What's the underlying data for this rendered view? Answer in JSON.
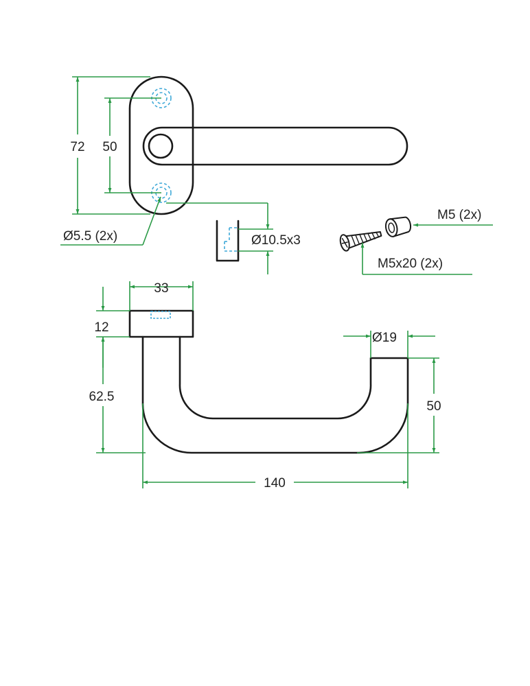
{
  "colors": {
    "outline": "#1a1a1a",
    "dimension": "#2a9a46",
    "hidden_detail": "#3fa9d8",
    "text": "#222222",
    "background": "#ffffff"
  },
  "labels": {
    "rose_height": "72",
    "hole_spacing": "50",
    "hole_diameter": "Ø5.5 (2x)",
    "counterbore": "Ø10.5x3",
    "nut": "M5 (2x)",
    "screw": "M5x20 (2x)",
    "rose_width": "33",
    "rose_thickness": "12",
    "handle_height": "62.5",
    "bar_diameter": "Ø19",
    "handle_return": "50",
    "handle_length": "140"
  }
}
